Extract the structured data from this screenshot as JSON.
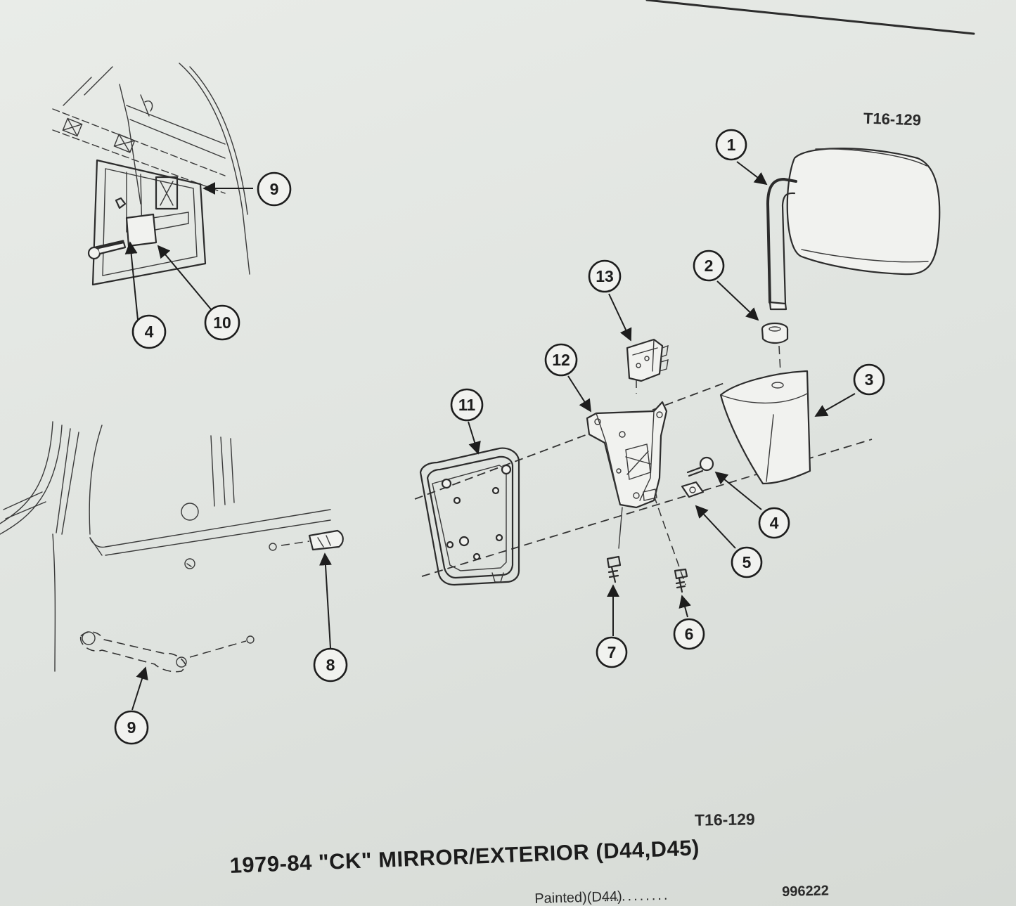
{
  "figure_code_top": "T16-129",
  "figure_code_bottom": "T16-129",
  "title": "1979-84 \"CK\" MIRROR/EXTERIOR (D44,D45)",
  "parts_list_line": {
    "fragment": "Painted)(D44)",
    "leader": "...........",
    "part_number": "996222"
  },
  "callouts": [
    "1",
    "2",
    "3",
    "4",
    "5",
    "6",
    "7",
    "8",
    "9",
    "10",
    "11",
    "12",
    "13"
  ]
}
